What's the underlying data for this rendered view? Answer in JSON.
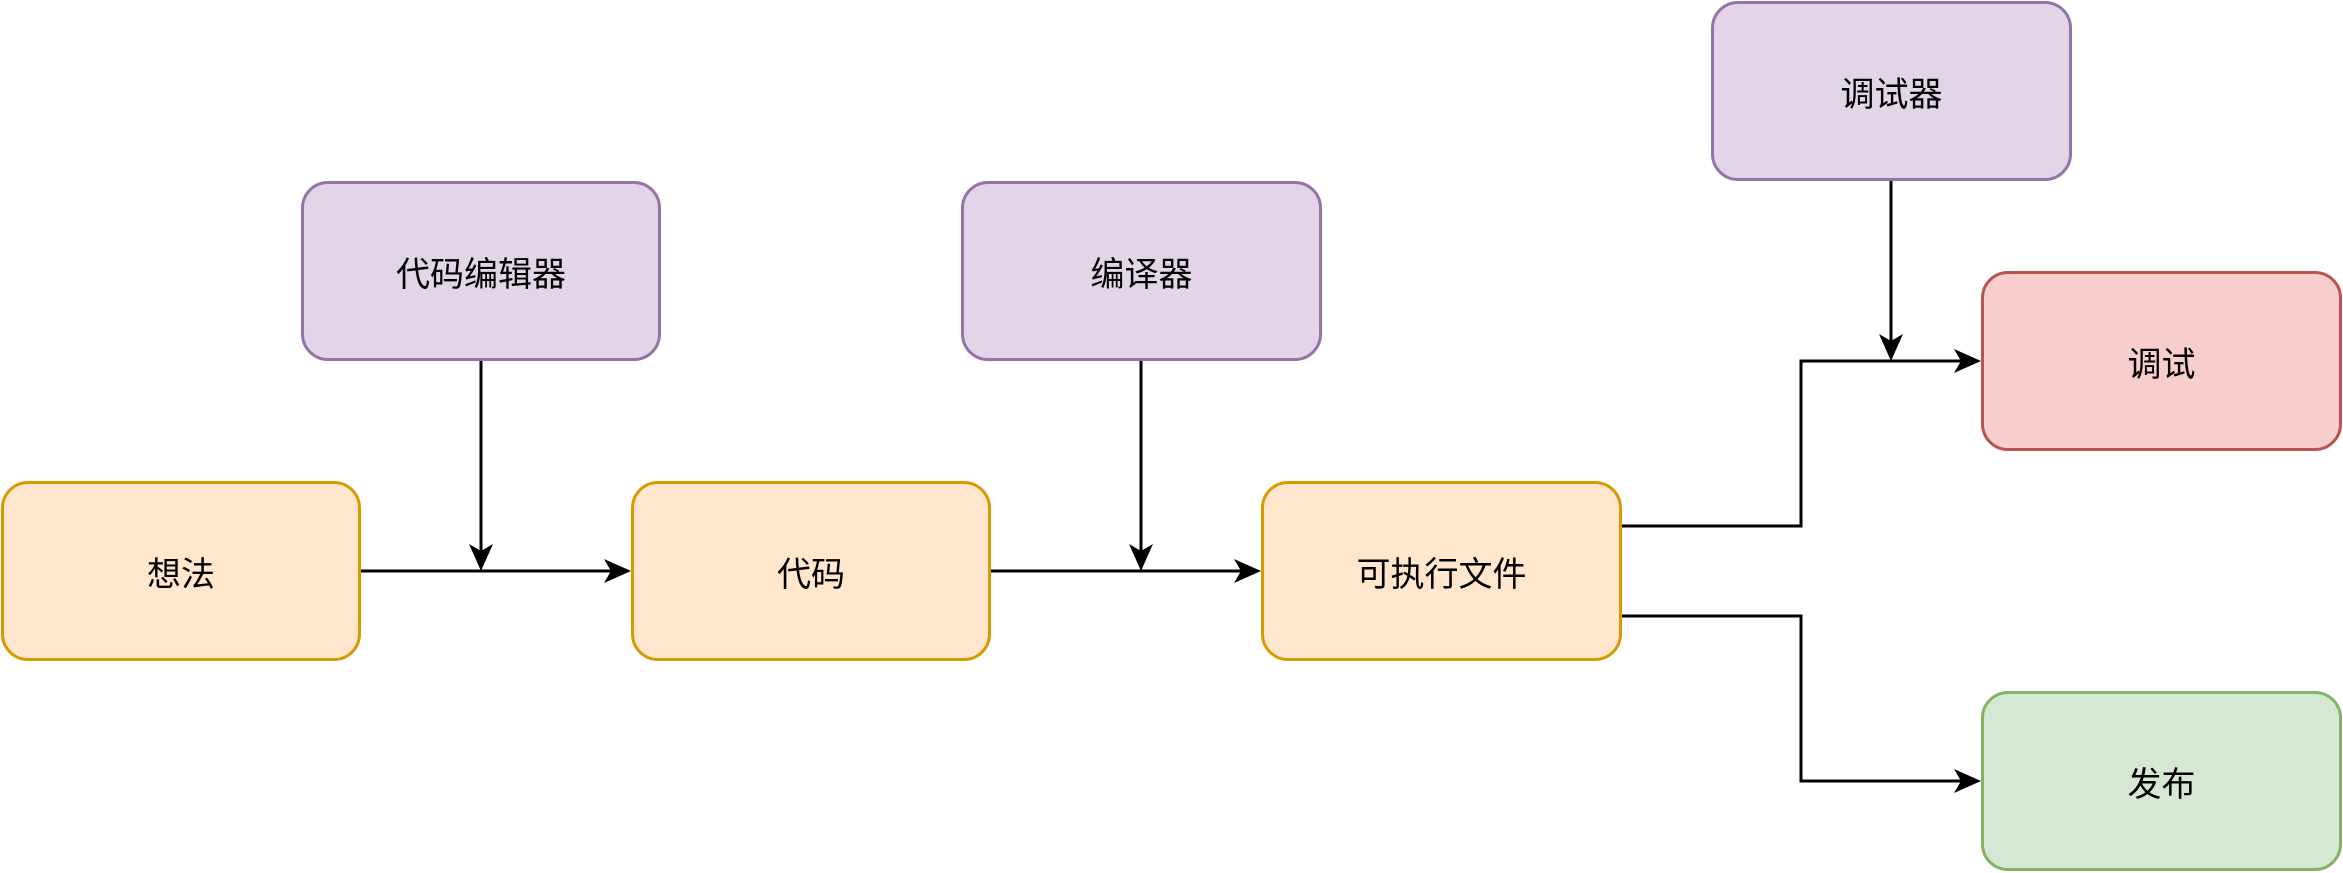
{
  "diagram": {
    "nodes": {
      "idea": "想法",
      "code": "代码",
      "executable": "可执行文件",
      "code_editor": "代码编辑器",
      "compiler": "编译器",
      "debugger": "调试器",
      "debug": "调试",
      "release": "发布"
    },
    "edges": [
      {
        "from": "idea",
        "to": "code",
        "via": "code_editor"
      },
      {
        "from": "code",
        "to": "executable",
        "via": "compiler"
      },
      {
        "from": "executable",
        "to": "debug",
        "via": "debugger"
      },
      {
        "from": "executable",
        "to": "release"
      }
    ],
    "colors": {
      "process_fill": "#ffe6cc",
      "process_border": "#d79b00",
      "tool_fill": "#e1d5e7",
      "tool_border": "#9673a6",
      "debug_fill": "#f8cecc",
      "debug_border": "#b85450",
      "release_fill": "#d5e8d4",
      "release_border": "#82b366",
      "connector": "#000000"
    }
  }
}
